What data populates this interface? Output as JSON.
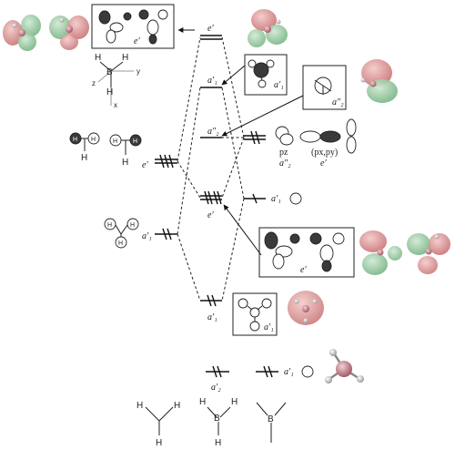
{
  "mo_labels": {
    "e_prime_top": "e′",
    "a1_prime_top": "a′₁",
    "a2_double_prime": "a″₂",
    "e_prime_mid": "e′",
    "a1_prime_low": "a′₁"
  },
  "left_fragment": {
    "e_prime": "e′",
    "a1_prime": "a′₁"
  },
  "right_fragment": {
    "pz_label": "pz",
    "pz_sym": "a″₂",
    "pxpy_label": "(px,py)",
    "pxpy_sym": "e′",
    "s_sym": "a′₁"
  },
  "box_labels": {
    "top_e": "e′",
    "a1_top": "a′₁",
    "a2_box": "a″₂",
    "mid_e": "e′",
    "low_a1": "a′₁"
  },
  "axes": {
    "atom_h": "H",
    "atom_b": "B",
    "axis_y": "y",
    "axis_z": "z",
    "axis_x": "x"
  },
  "bottom": {
    "a2_prime": "a′₂",
    "a1_prime": "a′₁"
  },
  "atoms": {
    "h": "H",
    "b": "B"
  },
  "colors": {
    "lobe_red": "#d98a8a",
    "lobe_green": "#8fc79a",
    "atom_pink": "#c97b85"
  }
}
